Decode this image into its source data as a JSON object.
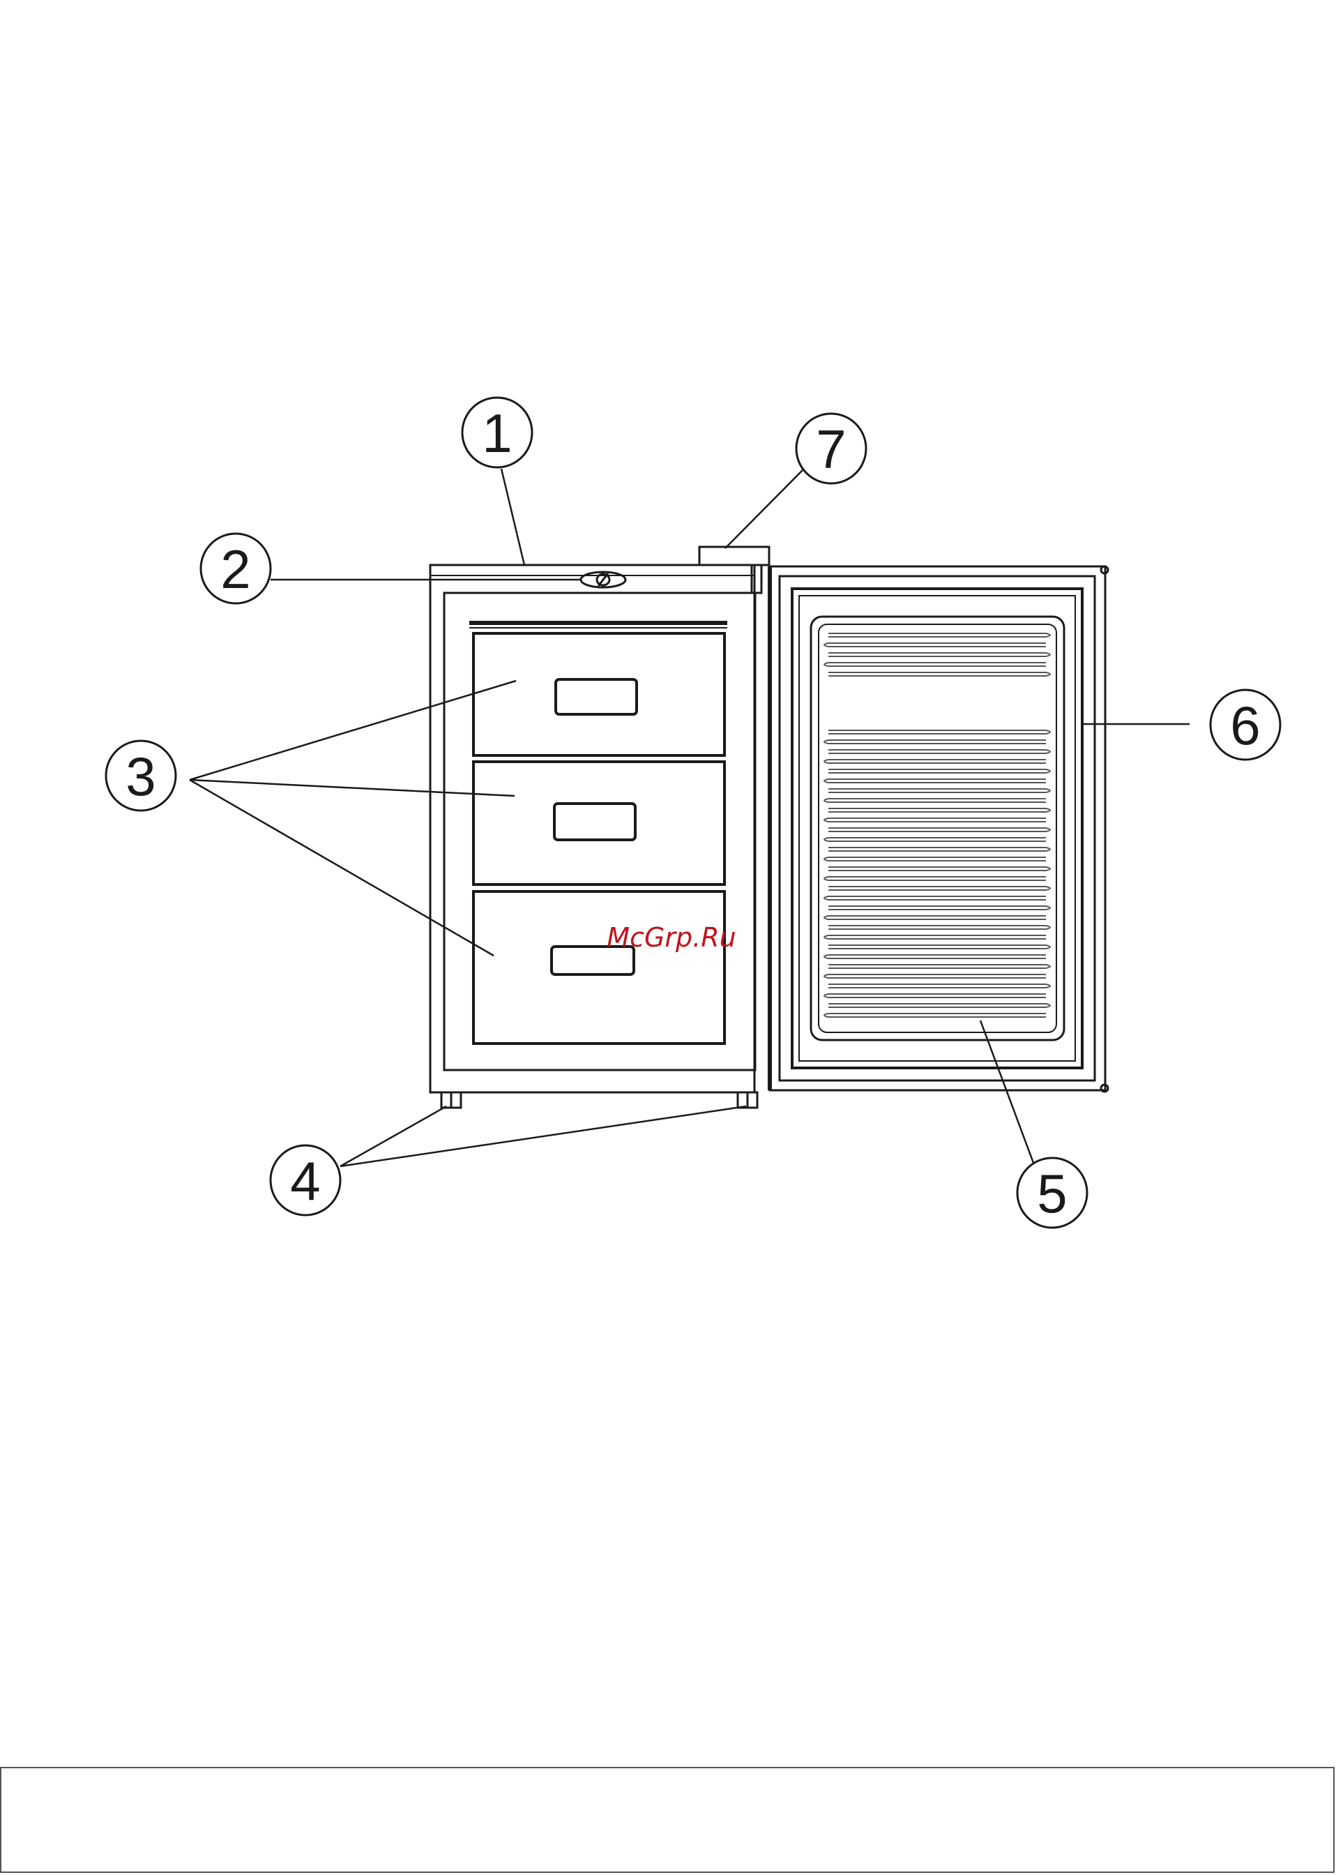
{
  "callouts": [
    {
      "id": "1",
      "label": "1"
    },
    {
      "id": "2",
      "label": "2"
    },
    {
      "id": "3",
      "label": "3"
    },
    {
      "id": "4",
      "label": "4"
    },
    {
      "id": "5",
      "label": "5"
    },
    {
      "id": "6",
      "label": "6"
    },
    {
      "id": "7",
      "label": "7"
    }
  ],
  "watermark": {
    "text": "McGrp.Ru",
    "color": "#c0141e"
  },
  "colors": {
    "line": "#1a1a1a",
    "coil": "#555555",
    "paper": "#ffffff"
  }
}
